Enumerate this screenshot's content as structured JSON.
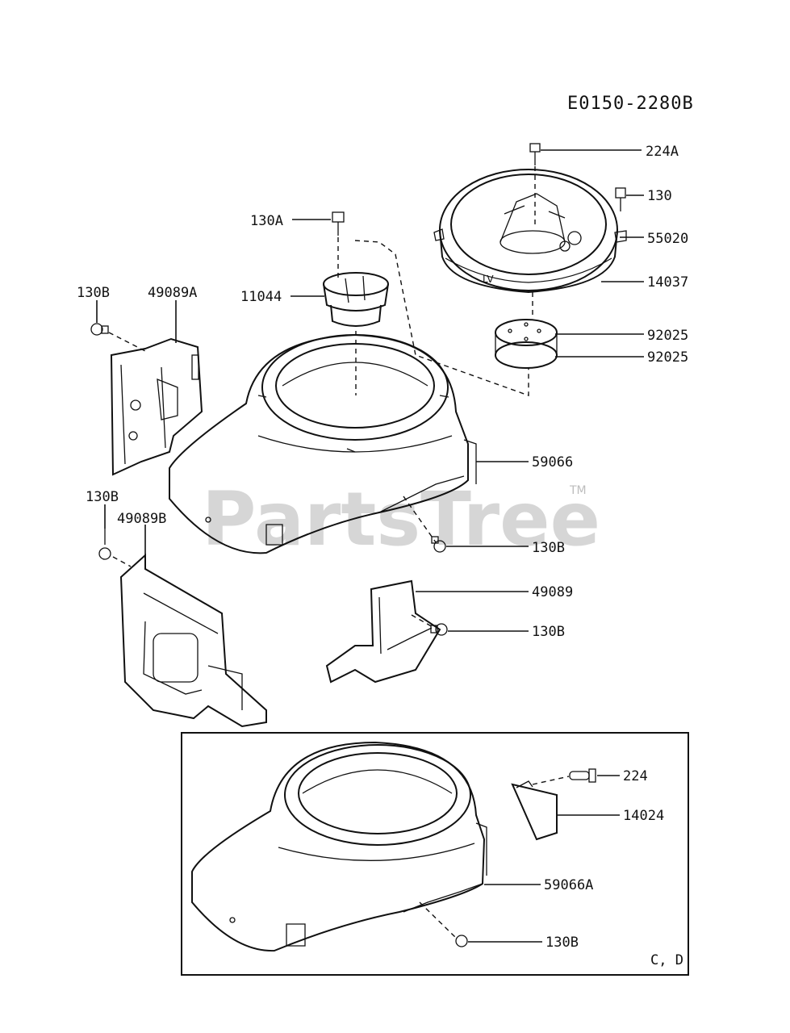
{
  "diagram_code": "E0150-2280B",
  "watermark": {
    "text": "PartsTree",
    "trademark": "TM"
  },
  "inset_label": "C, D",
  "parts": [
    {
      "id": "p224A",
      "number": "224A"
    },
    {
      "id": "p130",
      "number": "130"
    },
    {
      "id": "p55020",
      "number": "55020"
    },
    {
      "id": "p14037",
      "number": "14037"
    },
    {
      "id": "p92025a",
      "number": "92025"
    },
    {
      "id": "p92025b",
      "number": "92025"
    },
    {
      "id": "p130A",
      "number": "130A"
    },
    {
      "id": "p11044",
      "number": "11044"
    },
    {
      "id": "p130B_1",
      "number": "130B"
    },
    {
      "id": "p49089A",
      "number": "49089A"
    },
    {
      "id": "p59066",
      "number": "59066"
    },
    {
      "id": "p130B_2",
      "number": "130B"
    },
    {
      "id": "p130B_3",
      "number": "130B"
    },
    {
      "id": "p49089B",
      "number": "49089B"
    },
    {
      "id": "p49089",
      "number": "49089"
    },
    {
      "id": "p130B_4",
      "number": "130B"
    },
    {
      "id": "p224",
      "number": "224"
    },
    {
      "id": "p14024",
      "number": "14024"
    },
    {
      "id": "p59066A",
      "number": "59066A"
    },
    {
      "id": "p130B_5",
      "number": "130B"
    }
  ]
}
